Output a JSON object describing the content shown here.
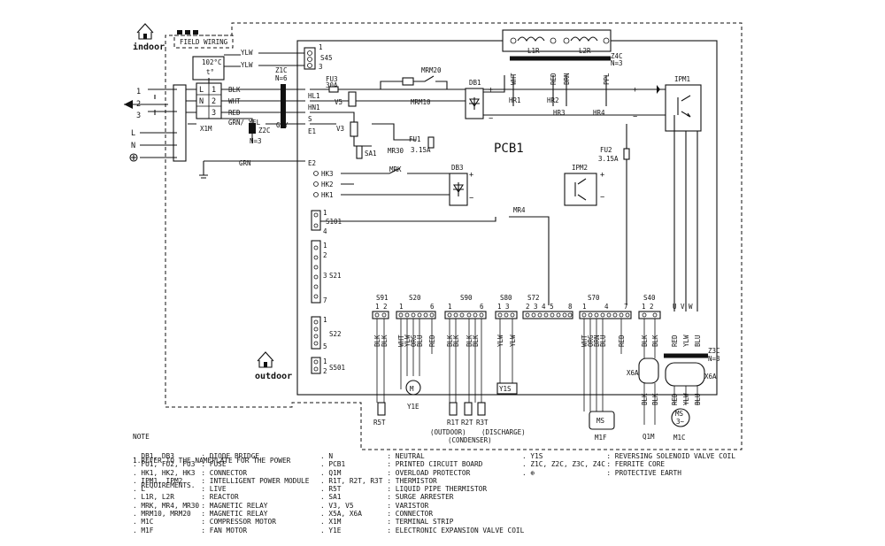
{
  "labels": {
    "indoor": "indoor",
    "outdoor": "outdoor",
    "field_wiring": "FIELD WIRING",
    "pcb": "PCB1",
    "temp": "102°C",
    "t": "t°",
    "z1c": "Z1C",
    "z1c_n": "N=6",
    "z2c": "Z2C",
    "z2c_n": "N=3",
    "z3c": "Z3C",
    "z3c_n": "N=3",
    "z4c": "Z4C",
    "z4c_n": "N=3",
    "x1m": "X1M",
    "fu3": "FU3",
    "fu3_val": "30A",
    "fu1": "FU1",
    "fu1_val": "3.15A",
    "fu2": "FU2",
    "fu2_val": "3.15A",
    "mrm20": "MRM20",
    "mrm10": "MRM10",
    "mr30": "MR30",
    "mrk": "MRK",
    "mr4": "MR4",
    "v5": "V5",
    "v3": "V3",
    "sa1": "SA1",
    "db1": "DB1",
    "db3": "DB3",
    "ipm1": "IPM1",
    "ipm2": "IPM2",
    "hr1": "HR1",
    "hr2": "HR2",
    "hr3": "HR3",
    "hr4": "HR4",
    "l1r": "L1R",
    "l2r": "L2R",
    "x6a_l": "X6A",
    "x6a_r": "X6A",
    "m1c": "M1C",
    "m1f": "M1F",
    "q1m": "Q1M",
    "y1e": "Y1E",
    "y1s": "Y1S",
    "r5t": "R5T",
    "r1t": "R1T",
    "r2t": "R2T",
    "r3t": "R3T",
    "outdoor_c": "(OUTDOOR)",
    "discharge": "(DISCHARGE)",
    "condenser": "(CONDENSER)",
    "hl1": "HL1",
    "hn1": "HN1",
    "s": "S",
    "e1": "E1",
    "e2": "E2",
    "hk3": "HK3",
    "hk2": "HK2",
    "hk1": "HK1",
    "grn": "GRN",
    "gry": "GRY",
    "n_label": "N",
    "l_label": "L",
    "ms": "MS",
    "m3": "3~"
  },
  "terminals": [
    "L",
    "N",
    "1",
    "2",
    "3"
  ],
  "wires": {
    "ylw1": "YLW",
    "ylw2": "YLW",
    "blk": "BLK",
    "wht": "WHT",
    "red": "RED",
    "grn_yel": "GRN/ YEL",
    "wht_top": "WHT",
    "red_top": "RED",
    "brn_top": "BRN",
    "ppl_top": "PPL"
  },
  "connectors": {
    "s45": "S45",
    "s101": "S101",
    "s21": "S21",
    "s22": "S22",
    "s501": "S501",
    "s91": "S91",
    "s20": "S20",
    "s90": "S90",
    "s80": "S80",
    "s72": "S72",
    "s70": "S70",
    "s40": "S40"
  },
  "pin_numbers": {
    "s45": [
      "1",
      "3"
    ],
    "s101": [
      "1",
      "4"
    ],
    "s21": [
      "1",
      "2",
      "3",
      "7"
    ],
    "s22": [
      "1",
      "5"
    ],
    "s501": [
      "1",
      "2"
    ],
    "s91": "1 2",
    "s20_l": "1",
    "s20_r": "6",
    "s90_l": "1",
    "s90_r": "6",
    "s80": "1  3",
    "s72": "2 3 4  5",
    "s72_r": "8",
    "s70_l": "1",
    "s70_r": "4",
    "s70_7": "7",
    "s40": "1  2",
    "uvw": "U  V  W"
  },
  "bottom_wires": {
    "s91": [
      "BLK",
      "BLK"
    ],
    "s20": [
      "WHT",
      "YLW",
      "ORG",
      "BLU",
      "RED"
    ],
    "s90": [
      "BLK",
      "BLK",
      "BLK",
      "BLK"
    ],
    "s80": [
      "YLW",
      "YLW"
    ],
    "s70": [
      "WHT",
      "ORG",
      "BRN",
      "BLU",
      "RED"
    ],
    "s40": [
      "BLK",
      "BLK"
    ],
    "uvw": [
      "RED",
      "YLW",
      "BLU"
    ],
    "m1c_bottom": [
      "RED",
      "YLW",
      "BLU"
    ],
    "q1m": [
      "BLK",
      "BLK"
    ]
  },
  "note": {
    "title": "NOTE",
    "line1": "1.REFER TO THE NAMEPLATE FOR THE POWER",
    "line2": "  REQUIREMENTS."
  },
  "legend": {
    "col1": [
      {
        "k": "DB1, DB3",
        "v": ": DIODE BRIDGE"
      },
      {
        "k": "FU1, FU2, FU3",
        "v": ": FUSE"
      },
      {
        "k": "HK1, HK2, HK3",
        "v": ": CONNECTOR"
      },
      {
        "k": "IPM1, IPM2",
        "v": ": INTELLIGENT POWER MODULE"
      },
      {
        "k": "L",
        "v": ": LIVE"
      },
      {
        "k": "L1R, L2R",
        "v": ": REACTOR"
      },
      {
        "k": "MRK, MR4, MR30",
        "v": ": MAGNETIC RELAY"
      },
      {
        "k": "MRM10, MRM20",
        "v": ": MAGNETIC RELAY"
      },
      {
        "k": "M1C",
        "v": ": COMPRESSOR MOTOR"
      },
      {
        "k": "M1F",
        "v": ": FAN MOTOR"
      }
    ],
    "col2": [
      {
        "k": "N",
        "v": ": NEUTRAL"
      },
      {
        "k": "PCB1",
        "v": ": PRINTED CIRCUIT BOARD"
      },
      {
        "k": "Q1M",
        "v": ": OVERLOAD PROTECTOR"
      },
      {
        "k": "R1T, R2T, R3T",
        "v": ": THERMISTOR"
      },
      {
        "k": "R5T",
        "v": ": LIQUID PIPE THERMISTOR"
      },
      {
        "k": "SA1",
        "v": ": SURGE ARRESTER"
      },
      {
        "k": "V3, V5",
        "v": ": VARISTOR"
      },
      {
        "k": "X5A, X6A",
        "v": ": CONNECTOR"
      },
      {
        "k": "X1M",
        "v": ": TERMINAL STRIP"
      },
      {
        "k": "Y1E",
        "v": ": ELECTRONIC EXPANSION VALVE COIL"
      }
    ],
    "col3": [
      {
        "k": "Y1S",
        "v": ": REVERSING SOLENOID VALVE COIL"
      },
      {
        "k": "Z1C, Z2C, Z3C, Z4C",
        "v": ": FERRITE CORE"
      },
      {
        "k": "⊕",
        "v": ": PROTECTIVE EARTH"
      }
    ]
  }
}
